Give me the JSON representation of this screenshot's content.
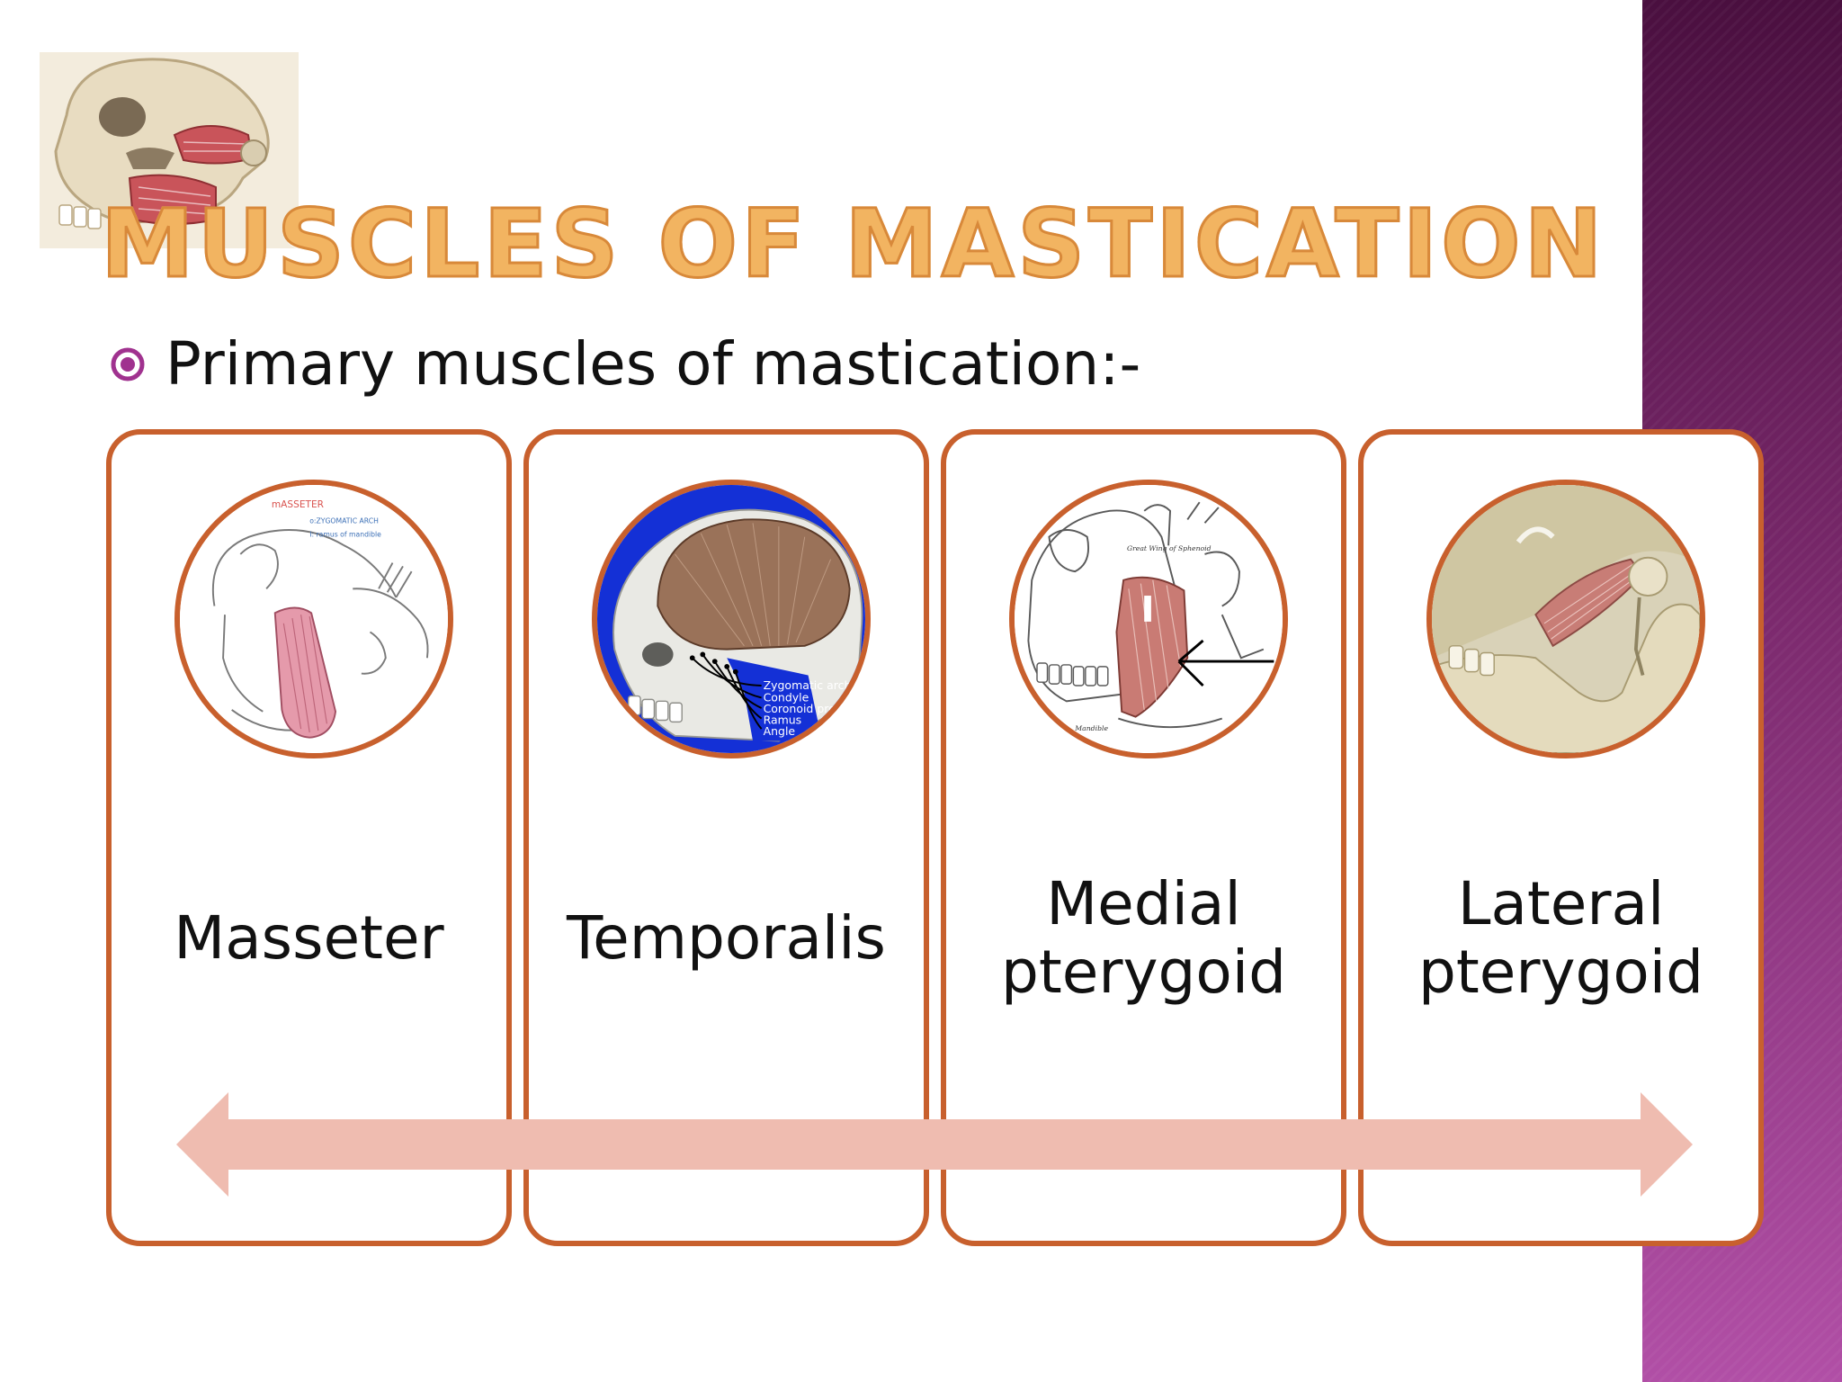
{
  "slide": {
    "title": "MUSCLES OF MASTICATION",
    "bullet": "Primary muscles of mastication:-"
  },
  "cards": [
    {
      "label": "Masseter",
      "image": "masseter-diagram"
    },
    {
      "label": "Temporalis",
      "image": "temporalis-diagram"
    },
    {
      "label": "Medial pterygoid",
      "image": "medial-pterygoid-diagram"
    },
    {
      "label": "Lateral pterygoid",
      "image": "lateral-pterygoid-diagram"
    }
  ],
  "image_labels": {
    "masseter": [
      "mASSETER",
      "o:ZYGOMATIC ARCH",
      "I: ramus of mandible"
    ],
    "temporalis": [
      "Zygomatic arch",
      "Condyle",
      "Coronoid process",
      "Ramus",
      "Angle"
    ],
    "medial_pterygoid": [
      "Great Wing of Sphenoid",
      "Mandible"
    ]
  },
  "colors": {
    "accent_border": "#c8602d",
    "title_orange": "#f1b35b",
    "bullet_icon": "#a0328f",
    "arrow_fill": "#efbcb0",
    "side_band_top": "#4a0f3f",
    "side_band_bottom": "#b14fa6"
  }
}
